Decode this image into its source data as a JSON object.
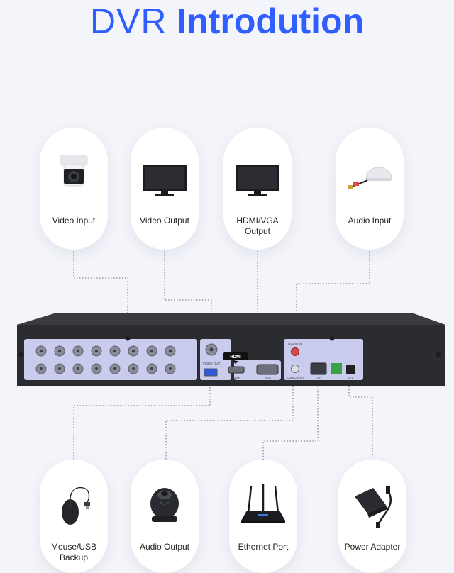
{
  "title": {
    "part1": "DVR",
    "part2": "Introdution"
  },
  "top_cards": [
    {
      "label": "Video Input",
      "icon": "bullet-camera-icon"
    },
    {
      "label": "Video Output",
      "icon": "monitor-icon"
    },
    {
      "label": "HDMI/VGA\nOutput",
      "icon": "monitor-icon"
    },
    {
      "label": "Audio Input",
      "icon": "microphone-icon"
    }
  ],
  "bottom_cards": [
    {
      "label": "Mouse/USB\nBackup",
      "icon": "mouse-icon"
    },
    {
      "label": "Audio Output",
      "icon": "speaker-icon"
    },
    {
      "label": "Ethernet Port",
      "icon": "router-icon"
    },
    {
      "label": "Power Adapter",
      "icon": "power-adapter-icon"
    }
  ],
  "panel_labels": {
    "video_out": "VIDEO OUT",
    "hdmi_logo": "HDMI",
    "hdmi": "HDMI",
    "vga": "VGA",
    "audio_in": "AUDIO IN",
    "audio_out": "AUDIO OUT",
    "lan": "LAN",
    "power": "12V"
  },
  "colors": {
    "accent": "#2f5fff",
    "background": "#f4f5fa",
    "dvr_body": "#2b2c30",
    "panel_highlight": "#c9ccec",
    "connector_line": "#6a6d7a"
  }
}
